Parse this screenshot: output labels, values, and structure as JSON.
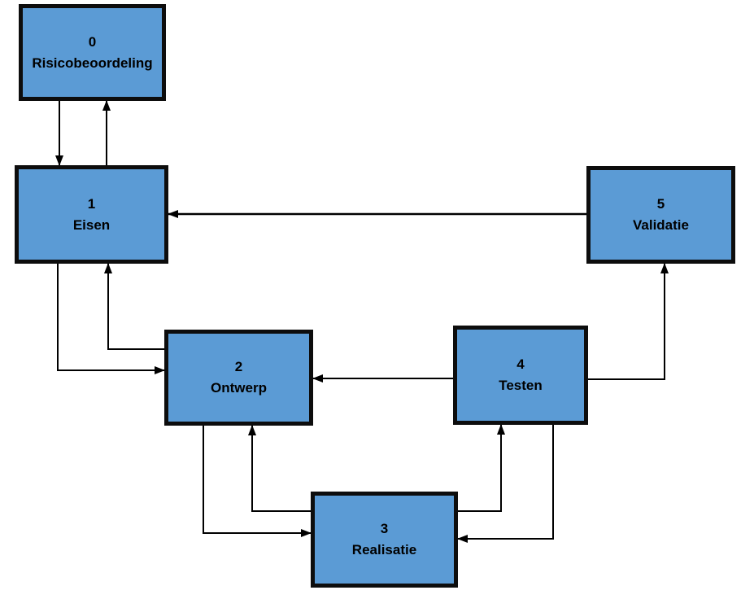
{
  "diagram": {
    "type": "flowchart",
    "description": "Development process flow diagram (Dutch)",
    "colors": {
      "node_fill": "#5B9BD5",
      "node_border": "#0d0d0d",
      "edge": "#000000",
      "background": "#ffffff"
    },
    "nodes": [
      {
        "id": "risicobeoordeling",
        "number": "0",
        "label": "Risicobeoordeling"
      },
      {
        "id": "eisen",
        "number": "1",
        "label": "Eisen"
      },
      {
        "id": "ontwerp",
        "number": "2",
        "label": "Ontwerp"
      },
      {
        "id": "realisatie",
        "number": "3",
        "label": "Realisatie"
      },
      {
        "id": "testen",
        "number": "4",
        "label": "Testen"
      },
      {
        "id": "validatie",
        "number": "5",
        "label": "Validatie"
      }
    ],
    "edges": [
      {
        "from": "risicobeoordeling",
        "to": "eisen"
      },
      {
        "from": "eisen",
        "to": "risicobeoordeling"
      },
      {
        "from": "validatie",
        "to": "eisen"
      },
      {
        "from": "eisen",
        "to": "ontwerp"
      },
      {
        "from": "ontwerp",
        "to": "eisen"
      },
      {
        "from": "testen",
        "to": "ontwerp"
      },
      {
        "from": "ontwerp",
        "to": "realisatie"
      },
      {
        "from": "realisatie",
        "to": "ontwerp"
      },
      {
        "from": "realisatie",
        "to": "testen"
      },
      {
        "from": "testen",
        "to": "realisatie"
      },
      {
        "from": "testen",
        "to": "validatie"
      }
    ]
  }
}
